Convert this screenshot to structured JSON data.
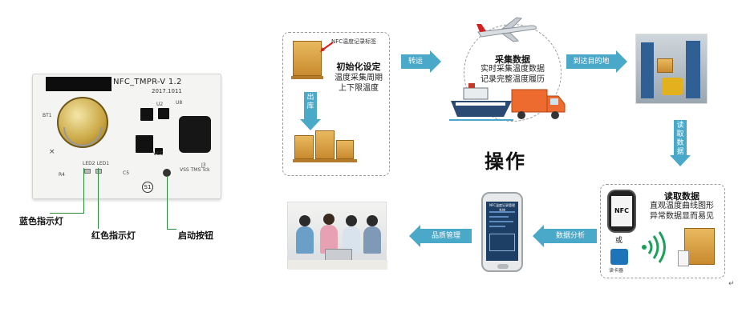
{
  "pcb": {
    "title": "NFC_TMPR-V 1.2",
    "date": "2017.1011",
    "battery_label": "BT1",
    "silk_u8": "U8",
    "silk_u2": "U2",
    "silk_led": "LED2 LED1",
    "silk_r4": "R4",
    "silk_c5": "C5",
    "silk_vcc": "VCC",
    "silk_vss": "VSS TMS Tck",
    "silk_j3": "J3",
    "button_mark": "S1"
  },
  "callouts": {
    "blue_led": "蓝色指示灯",
    "red_led": "红色指示灯",
    "start_button": "启动按钮"
  },
  "step1": {
    "tag_label": "NFC温度记录标签",
    "title": "初始化设定",
    "line1": "温度采集周期",
    "line2": "上下限温度",
    "down_arrow": "出库"
  },
  "arrows": {
    "transport": "转运",
    "arrive": "到达目的地",
    "read": "读取数据",
    "analysis": "数据分析",
    "quality": "品质管理"
  },
  "step2": {
    "title": "采集数据",
    "line1": "实时采集温度数据",
    "line2": "记录完整温度履历"
  },
  "center_title": "操作",
  "step4": {
    "title": "读取数据",
    "line1": "直观温度曲线图形",
    "line2": "异常数据显而易见",
    "nfc": "NFC",
    "or": "或",
    "reader": "读卡器"
  },
  "phone_app": {
    "title": "NFC温度记录管理系统"
  },
  "colors": {
    "arrow": "#4aa8c9",
    "callout_line": "#2e8b3e",
    "dashed_border": "#9a9a9a"
  }
}
